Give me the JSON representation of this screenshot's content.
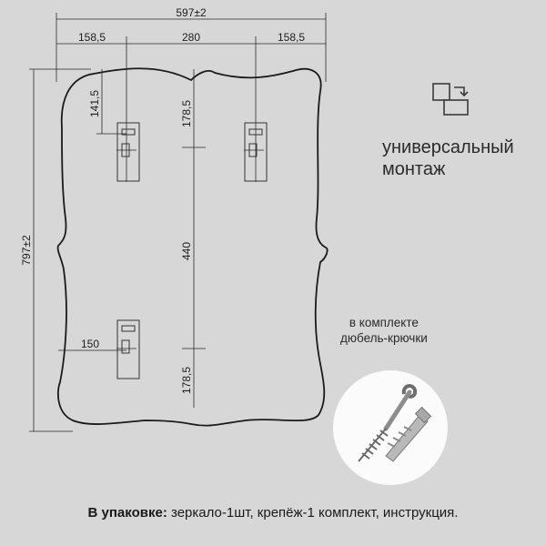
{
  "dimensions": {
    "overall_width": "597±2",
    "overall_height": "797±2",
    "offset_left": "158,5",
    "center_span": "280",
    "offset_right": "158,5",
    "top_to_bracket_left": "141,5",
    "top_to_bracket_right": "178,5",
    "vertical_span": "440",
    "bottom_offset": "178,5",
    "bottom_bracket_width": "150"
  },
  "mount_feature": {
    "icon": "swap-copy-icon",
    "line1": "универсальный",
    "line2": "монтаж"
  },
  "kit": {
    "line1": "в комплекте",
    "line2": "дюбель-крючки",
    "image": "dowel-hook-icon"
  },
  "footer": {
    "label": "В упаковке:",
    "text": " зеркало-1шт, крепёж-1 комплект, инструкция."
  },
  "colors": {
    "background": "#d7d7d7",
    "line": "#1a1a1a",
    "circle": "#fbfbfb"
  }
}
